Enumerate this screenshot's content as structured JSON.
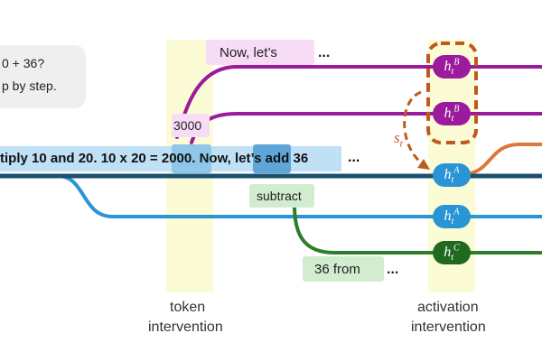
{
  "colors": {
    "purple": "#9c1a9c",
    "blue": "#2a95d4",
    "green": "#2d7d2a",
    "orange": "#e0773a",
    "navy": "#1b4f6e",
    "dashed": "#bf5a1c",
    "highlight": "#fbfcd6",
    "prompt_bg": "#efefef"
  },
  "prompt": {
    "line1": "0 + 36?",
    "line2": "p by step."
  },
  "sentence": {
    "pre": "tiply 10 and 20. 10 x 20 = ",
    "highlight1": "2000",
    "mid": ". Now, ",
    "highlight2": "let’s",
    "post": " add 36",
    "ellipsis": "..."
  },
  "branches": {
    "now_lets": {
      "text": "Now, let’s",
      "ellipsis": "..."
    },
    "alt_3000": {
      "text": "3000"
    },
    "subtract": {
      "text": "subtract"
    },
    "from_36": {
      "text": "36 from",
      "ellipsis": "..."
    }
  },
  "nodes": [
    {
      "base": "h",
      "sub": "t",
      "sup": "B",
      "color": "purple"
    },
    {
      "base": "h",
      "sub": "t",
      "sup": "B",
      "color": "purple"
    },
    {
      "base": "h",
      "sub": "t",
      "sup": "A",
      "color": "blue"
    },
    {
      "base": "h",
      "sub": "t",
      "sup": "A",
      "color": "blue"
    },
    {
      "base": "h",
      "sub": "t",
      "sup": "C",
      "color": "green"
    }
  ],
  "steer": {
    "base": "s",
    "sub": "t"
  },
  "captions": {
    "token": [
      "token",
      "intervention"
    ],
    "activation": [
      "activation",
      "intervention"
    ]
  }
}
